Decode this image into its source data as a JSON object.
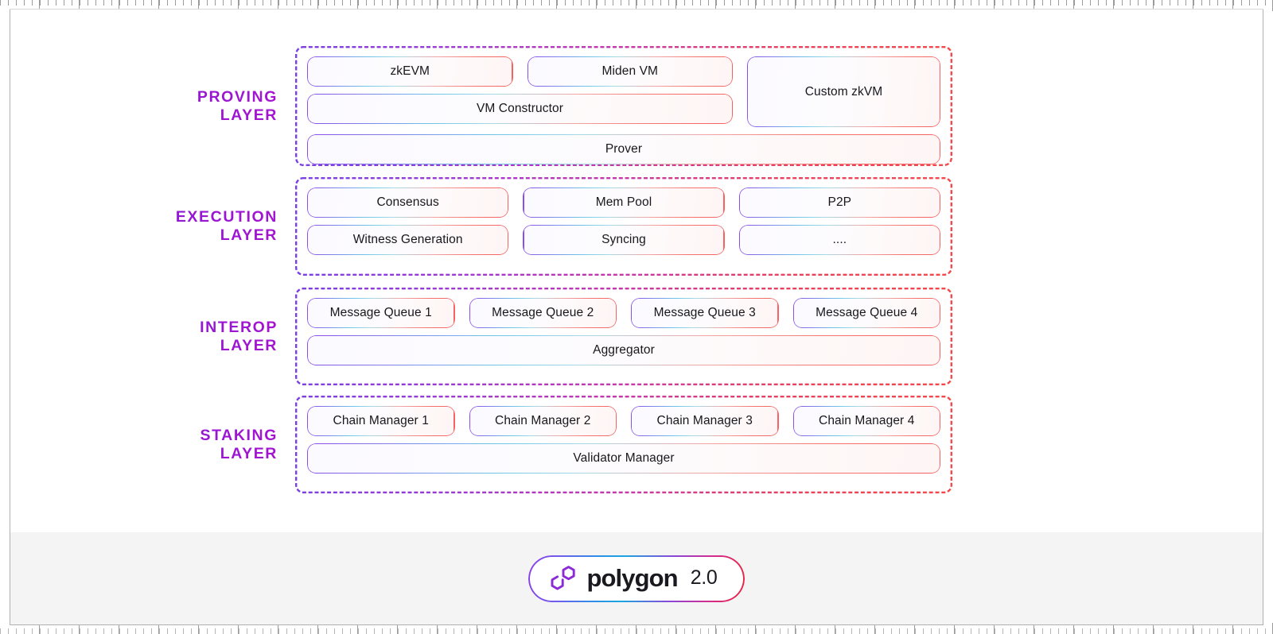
{
  "canvas": {
    "background_color": "#ffffff",
    "footer_background_color": "#f4f4f4",
    "accent_purple": "#7b2fe0",
    "border_gradient_start": "#8b4ae8",
    "border_gradient_mid": "#6fc6e8",
    "border_gradient_end": "#f46060"
  },
  "layers": [
    {
      "label": "PROVING\nLAYER",
      "rows": [
        [
          {
            "text": "zkEVM",
            "flex": "0 0 243px"
          },
          {
            "text": "Miden VM",
            "flex": "0 0 243px"
          },
          {
            "text": "Custom zkVM",
            "flex": "0 0 243px"
          }
        ],
        [
          {
            "text": "VM Constructor",
            "flex": "0 0 504px"
          }
        ],
        [
          {
            "text": "Prover",
            "flex": "1 1 auto"
          }
        ]
      ]
    },
    {
      "label": "EXECUTION\nLAYER",
      "rows": [
        [
          {
            "text": "Consensus",
            "flex": "1 1 0"
          },
          {
            "text": "Mem Pool",
            "flex": "1 1 0"
          },
          {
            "text": "P2P",
            "flex": "1 1 0"
          }
        ],
        [
          {
            "text": "Witness Generation",
            "flex": "1 1 0"
          },
          {
            "text": "Syncing",
            "flex": "1 1 0"
          },
          {
            "text": "....",
            "flex": "1 1 0"
          }
        ]
      ]
    },
    {
      "label": "INTEROP\nLAYER",
      "rows": [
        [
          {
            "text": "Message Queue 1",
            "flex": "1 1 0"
          },
          {
            "text": "Message Queue 2",
            "flex": "1 1 0"
          },
          {
            "text": "Message Queue 3",
            "flex": "1 1 0"
          },
          {
            "text": "Message Queue 4",
            "flex": "1 1 0"
          }
        ],
        [
          {
            "text": "Aggregator",
            "flex": "1 1 auto"
          }
        ]
      ]
    },
    {
      "label": "STAKING\nLAYER",
      "rows": [
        [
          {
            "text": "Chain Manager 1",
            "flex": "1 1 0"
          },
          {
            "text": "Chain Manager 2",
            "flex": "1 1 0"
          },
          {
            "text": "Chain Manager 3",
            "flex": "1 1 0"
          },
          {
            "text": "Chain Manager 4",
            "flex": "1 1 0"
          }
        ],
        [
          {
            "text": "Validator Manager",
            "flex": "1 1 auto"
          }
        ]
      ]
    }
  ],
  "footer": {
    "logo_icon": "polygon-hexagon-icon",
    "logo_word": "polygon",
    "logo_version": "2.0",
    "logo_icon_color": "#8c2ad6"
  },
  "decor": {
    "ruler_top": "ruler-tick-marks",
    "ruler_bottom": "ruler-tick-marks"
  }
}
